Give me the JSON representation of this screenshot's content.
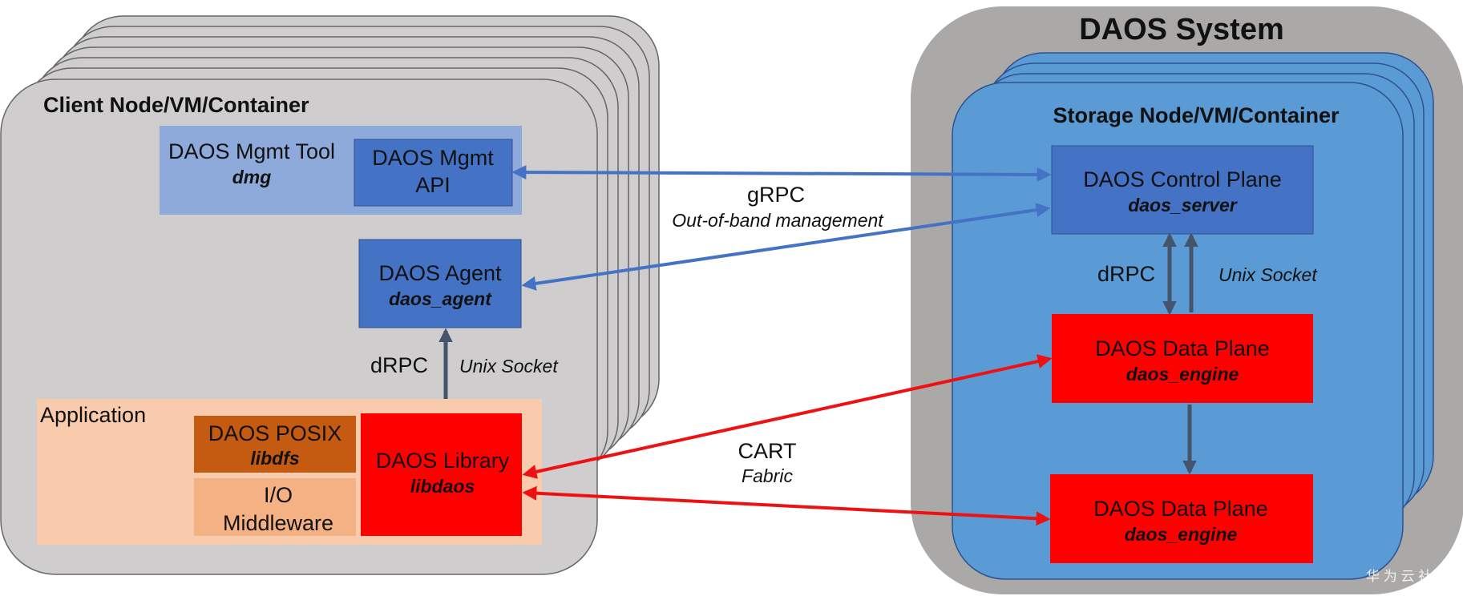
{
  "colors": {
    "client_bg": "#cfcdce",
    "system_bg": "#aba8a8",
    "storage_bg": "#5b9bd5",
    "box_blue": "#4472c4",
    "tool_bg": "#8eaadb",
    "app_bg": "#f8cbad",
    "posix": "#c55a11",
    "middleware": "#f4b183",
    "red": "#ff0000",
    "arrow_blue": "#4472c4",
    "arrow_dark": "#44546a",
    "arrow_red": "#ee1111"
  },
  "client": {
    "title": "Client Node/VM/Container",
    "mgmt_tool": {
      "name": "DAOS Mgmt Tool",
      "binary": "dmg"
    },
    "mgmt_api": {
      "line1": "DAOS Mgmt",
      "line2": "API"
    },
    "agent": {
      "name": "DAOS Agent",
      "binary": "daos_agent"
    },
    "drpc": {
      "protocol": "dRPC",
      "transport": "Unix Socket"
    },
    "application": {
      "label": "Application",
      "posix": {
        "name": "DAOS POSIX",
        "binary": "libdfs"
      },
      "middleware": {
        "line1": "I/O",
        "line2": "Middleware"
      },
      "library": {
        "name": "DAOS Library",
        "binary": "libdaos"
      }
    }
  },
  "system": {
    "title": "DAOS System",
    "storage_title": "Storage Node/VM/Container",
    "control_plane": {
      "name": "DAOS Control Plane",
      "binary": "daos_server"
    },
    "drpc": {
      "protocol": "dRPC",
      "transport": "Unix Socket"
    },
    "data_plane_1": {
      "name": "DAOS Data Plane",
      "binary": "daos_engine"
    },
    "data_plane_2": {
      "name": "DAOS Data Plane",
      "binary": "daos_engine"
    }
  },
  "links": {
    "grpc": {
      "protocol": "gRPC",
      "description": "Out-of-band management"
    },
    "cart": {
      "protocol": "CART",
      "description": "Fabric"
    }
  },
  "watermark": "华 为 云 社 区"
}
